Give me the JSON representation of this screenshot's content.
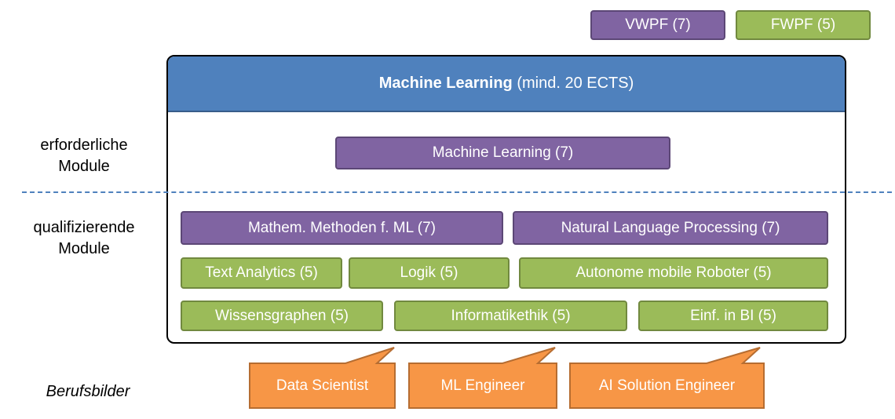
{
  "legend": {
    "vwpf": "VWPF (7)",
    "fwpf": "FWPF (5)"
  },
  "header": {
    "title_bold": "Machine Learning",
    "title_rest": "(mind. 20 ECTS)"
  },
  "side_labels": {
    "required": "erforderliche\nModule",
    "qualifying": "qualifizierende\nModule",
    "careers": "Berufsbilder"
  },
  "required_modules": [
    "Machine Learning (7)"
  ],
  "qualifying_modules": {
    "row1": [
      "Mathem. Methoden f. ML (7)",
      "Natural Language Processing (7)"
    ],
    "row2": [
      "Text Analytics (5)",
      "Logik (5)",
      "Autonome mobile Roboter (5)"
    ],
    "row3": [
      "Wissensgraphen (5)",
      "Informatikethik (5)",
      "Einf. in BI (5)"
    ]
  },
  "careers": [
    "Data Scientist",
    "ML Engineer",
    "AI Solution Engineer"
  ],
  "colors": {
    "vwpf": "#8064a2",
    "fwpf": "#9bbb59",
    "header": "#4f81bd",
    "career": "#f79646"
  }
}
